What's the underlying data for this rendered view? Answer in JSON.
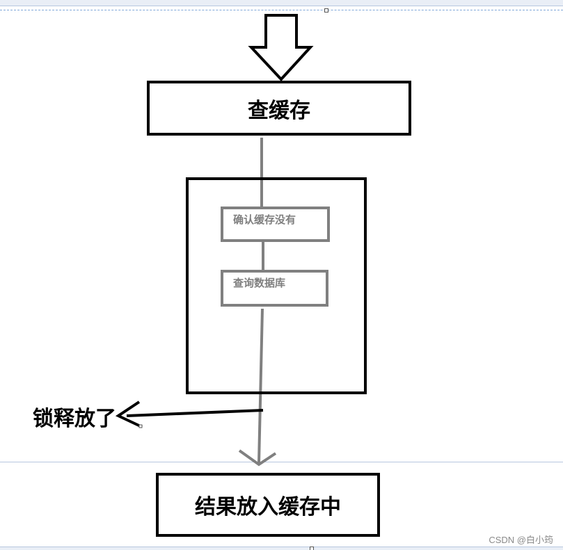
{
  "diagram": {
    "query_cache_label": "查缓存",
    "confirm_no_cache_label": "确认缓存没有",
    "query_database_label": "查询数据库",
    "lock_released_label": "锁释放了",
    "put_in_cache_label": "结果放入缓存中"
  },
  "watermark": "CSDN @白小筠",
  "colors": {
    "border_black": "#000000",
    "connector_grey": "#808080",
    "guide_blue": "#b7c7df"
  }
}
